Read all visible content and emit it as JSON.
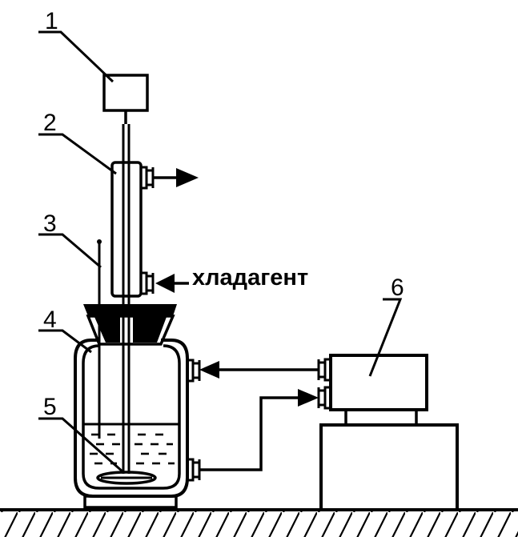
{
  "labels": {
    "n1": "1",
    "n2": "2",
    "n3": "3",
    "n4": "4",
    "n5": "5",
    "n6": "6"
  },
  "coolant_label": "хладагент"
}
